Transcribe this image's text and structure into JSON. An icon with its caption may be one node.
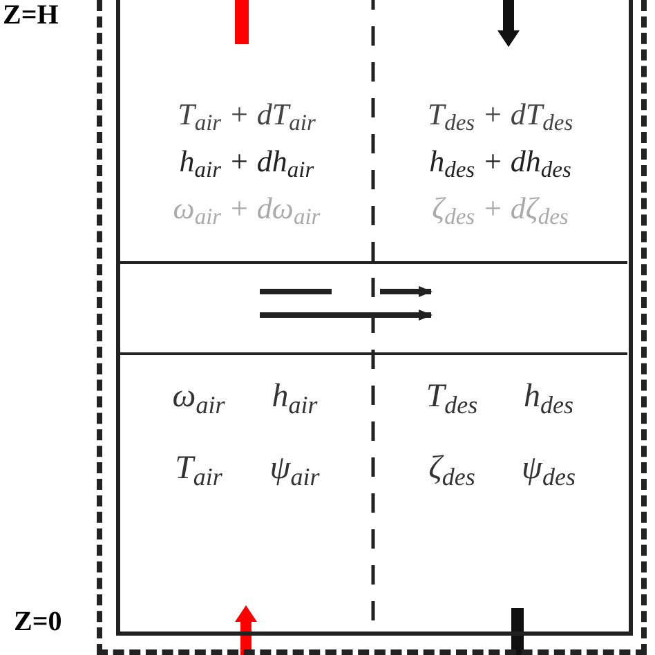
{
  "diagram": {
    "nodes": [
      {
        "text": [],
        "shape": "box"
      },
      {
        "text": [],
        "shape": "box",
        "in": 0
      },
      {
        "text": [
          "T$_{air}$ + dT$_{air}$",
          "h$_{air}$ + dh$_{air}$",
          "ω$_{air}$ + dω$_{air}$"
        ],
        "in": 1
      },
      {
        "text": [
          "T$_{des}$ + dT$_{des}$",
          "h$_{des}$ + dh$_{des}$",
          "ζ$_{des}$ + dζ$_{des}$"
        ],
        "in": 1
      },
      {
        "text": [],
        "shape": "box",
        "in": 1
      },
      {
        "text": [
          "ω$_{air}$",
          "h$_{air}$",
          "T$_{air}$",
          "ψ$_{air}$"
        ],
        "in": 1
      },
      {
        "text": [
          "T$_{des}$",
          "h$_{des}$",
          "ζ$_{des}$",
          "ψ$_{des}$"
        ],
        "in": 1
      }
    ],
    "labels": [
      "Z=H",
      "Z=0"
    ]
  }
}
